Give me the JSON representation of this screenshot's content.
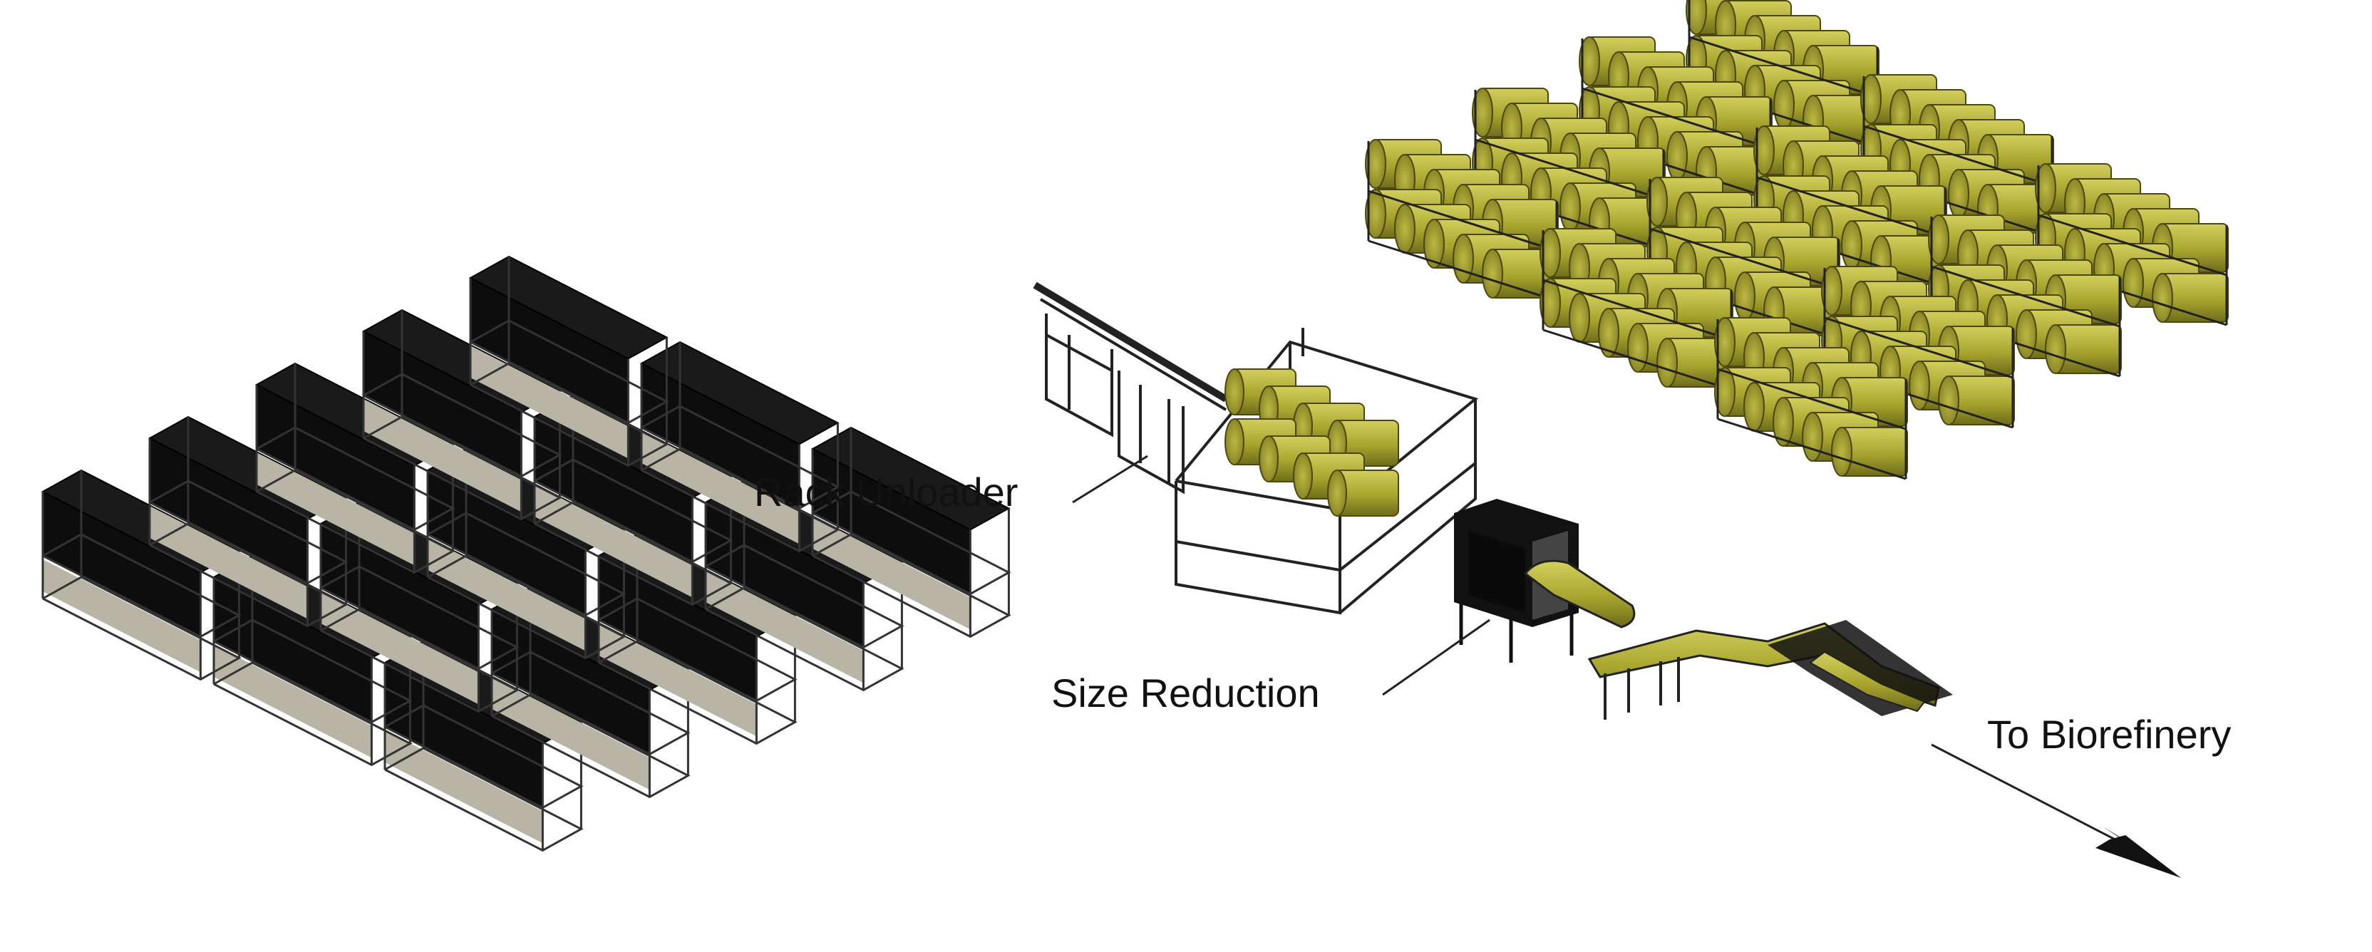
{
  "labels": {
    "rack_unloader": "Rack Unloader",
    "size_reduction": "Size Reduction",
    "to_biorefinery": "To Biorefinery"
  },
  "colors": {
    "bale_fill": "#a8a52e",
    "bale_shadow": "#6d6b1a",
    "bale_highlight": "#cfcc58",
    "rack_dark": "#111111",
    "rack_frame": "#333333",
    "background": "#ffffff"
  },
  "scene": {
    "empty_rack_grid": {
      "rows": 3,
      "cols": 5
    },
    "loaded_rack_grid": {
      "rows": 3,
      "cols": 4
    }
  }
}
